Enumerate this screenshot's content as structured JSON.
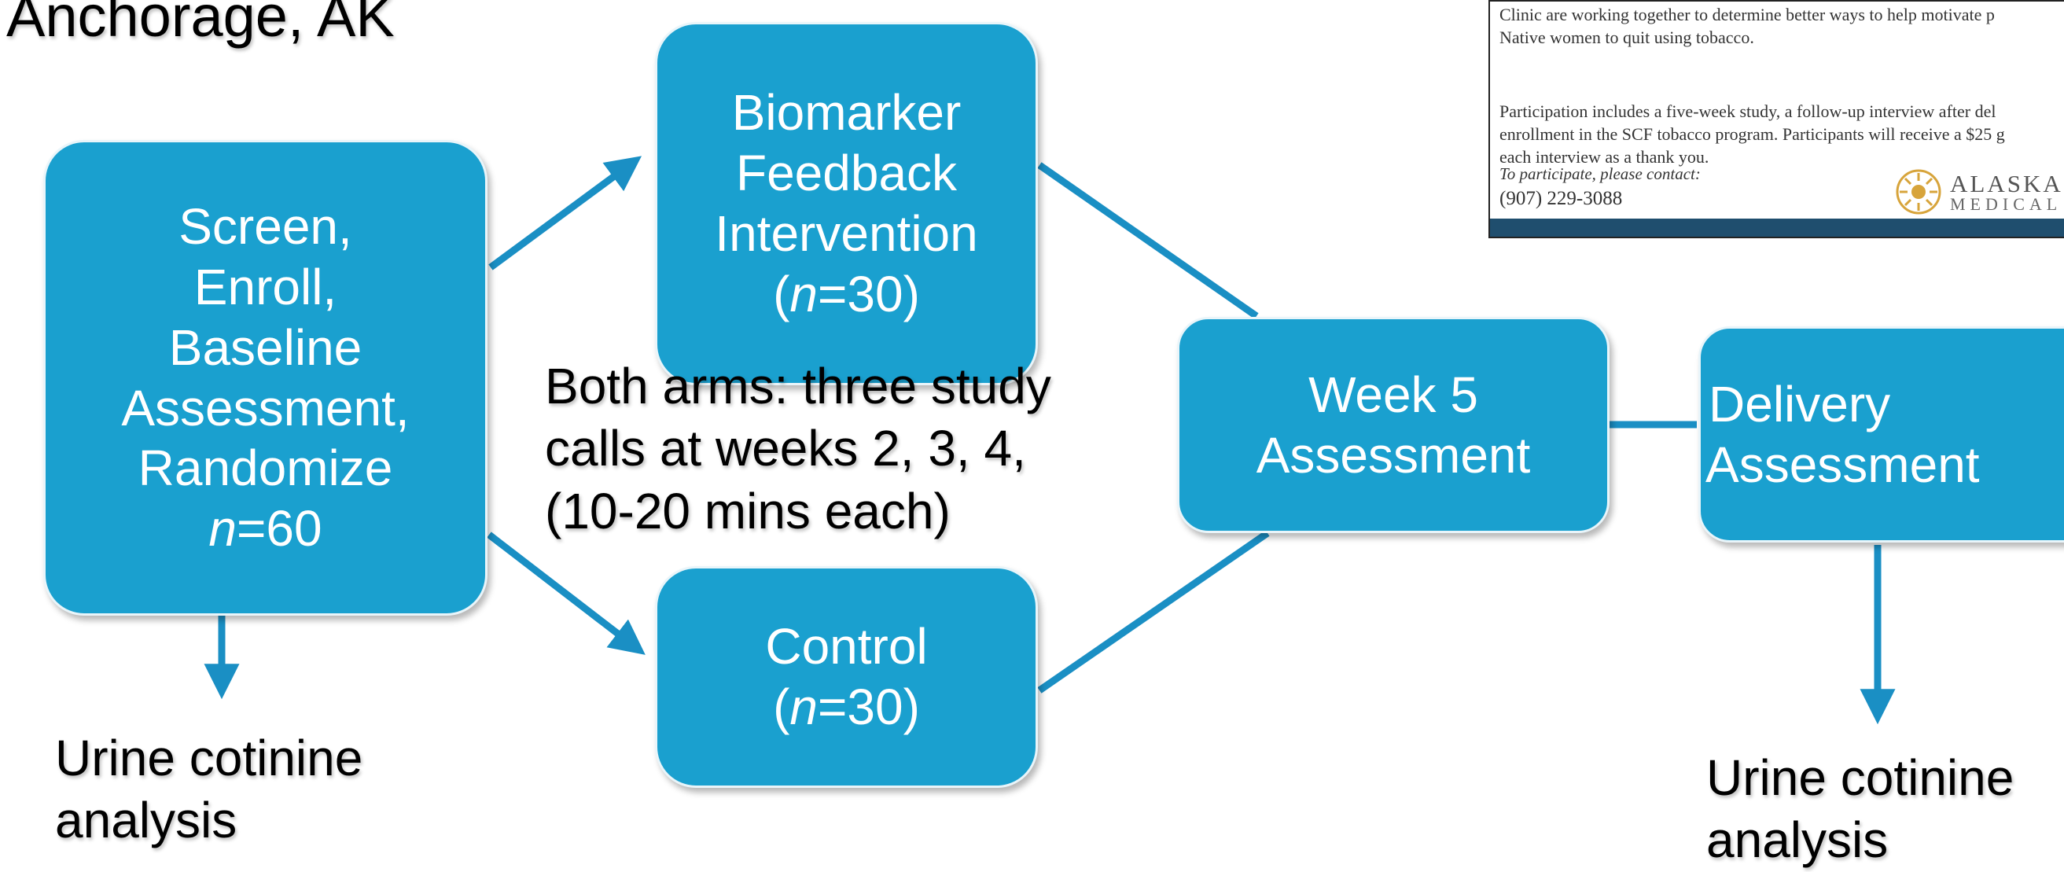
{
  "heading": "Anchorage, AK",
  "colors": {
    "box_fill": "#1aa0cf",
    "edge": "#1a8fc4",
    "flyer_band": "#1f4e6e",
    "logo_gold": "#d7a43b"
  },
  "nodes": {
    "screen": {
      "lines": [
        "Screen,",
        "Enroll,",
        "Baseline",
        "Assessment,",
        "Randomize"
      ],
      "n_prefix": "n",
      "n_value": "=60"
    },
    "biomarker": {
      "lines": [
        "Biomarker",
        "Feedback",
        "Intervention"
      ],
      "n_open": "(",
      "n_prefix": "n",
      "n_value": "=30)"
    },
    "control": {
      "line": "Control",
      "n_open": "(",
      "n_prefix": "n",
      "n_value": "=30)"
    },
    "week5": {
      "lines": [
        "Week 5",
        "Assessment"
      ]
    },
    "delivery": {
      "lines": [
        "Delivery",
        "Assessment"
      ]
    }
  },
  "notes": {
    "both_arms": [
      "Both arms: three study",
      "calls at weeks 2, 3, 4,",
      "(10-20 mins each)"
    ],
    "urine_left": [
      "Urine cotinine",
      "analysis"
    ],
    "urine_right": [
      "Urine cotinine",
      "analysis"
    ]
  },
  "flyer": {
    "paragraph1": [
      "Clinic are working together to determine better ways to help motivate p",
      "Native women to quit using tobacco."
    ],
    "paragraph2": [
      "Participation includes a five-week study, a follow-up interview after del",
      "enrollment in the SCF tobacco program. Participants will receive a $25 g",
      "each interview as a thank you."
    ],
    "contact_label": "To participate, please contact:",
    "phone": "(907) 229-3088",
    "logo_top": "ALASKA",
    "logo_bottom": "MEDICAL"
  }
}
